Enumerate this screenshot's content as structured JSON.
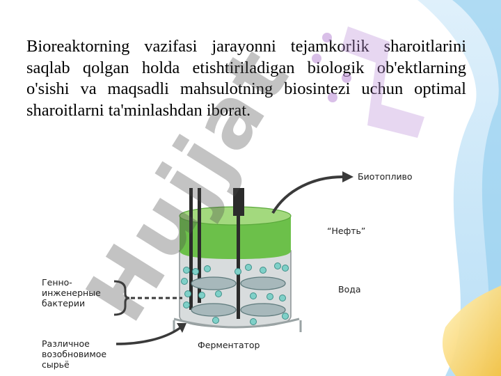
{
  "slide": {
    "paragraph": "Bioreaktorning vazifasi jarayonni tejamkorlik sharoitlarini saqlab qolgan holda etishtiriladigan biologik ob'ektlarning o'sishi va maqsadli mahsulotning biosintezi uchun optimal sharoitlarni ta'minlashdan iborat."
  },
  "diagram": {
    "labels": {
      "biofuel": "Биотопливо",
      "oil": "“Нефть”",
      "water": "Вода",
      "bacteria_line1": "Генно-",
      "bacteria_line2": "инженерные",
      "bacteria_line3": "бактерии",
      "feed_line1": "Различное",
      "feed_line2": "возобновимое",
      "feed_line3": "сырьё",
      "fermenter": "Ферментатор"
    }
  },
  "watermark": {
    "text": "Hujjat"
  },
  "colors": {
    "green": "#6cc04a",
    "tank_gray": "#c9cfd0",
    "dot_teal": "#7fd0c8",
    "accent_blue": "#2e86c1",
    "accent_yellow": "#f6c343"
  }
}
